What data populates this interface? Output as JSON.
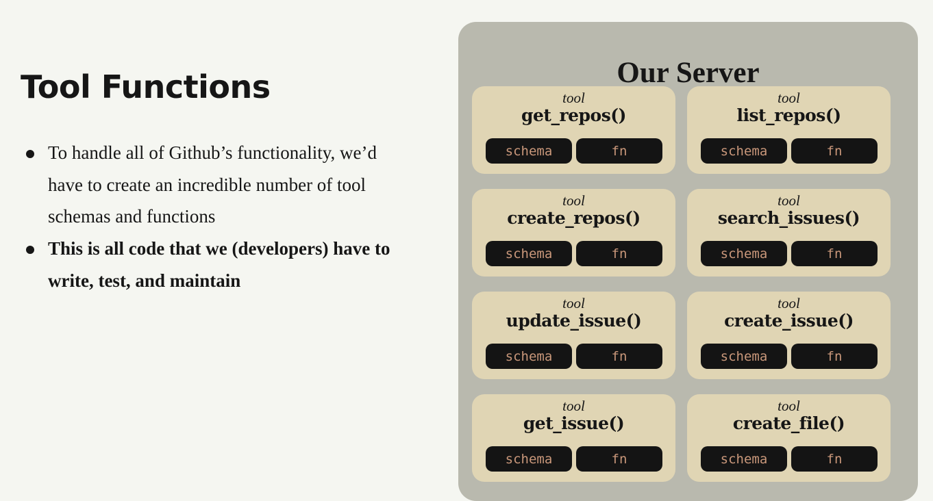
{
  "slide": {
    "title": "Tool Functions",
    "bullets": [
      {
        "text": "To handle all of Github’s functionality, we’d have to create an incredible number of tool schemas and functions",
        "bold": false
      },
      {
        "text": "This is all code that we (developers) have to write, test, and maintain",
        "bold": true
      }
    ]
  },
  "server": {
    "title": "Our Server",
    "tools": [
      {
        "tag": "tool",
        "name": "get_repos()",
        "schema_label": "schema",
        "fn_label": "fn"
      },
      {
        "tag": "tool",
        "name": "list_repos()",
        "schema_label": "schema",
        "fn_label": "fn"
      },
      {
        "tag": "tool",
        "name": "create_repos()",
        "schema_label": "schema",
        "fn_label": "fn"
      },
      {
        "tag": "tool",
        "name": "search_issues()",
        "schema_label": "schema",
        "fn_label": "fn"
      },
      {
        "tag": "tool",
        "name": "update_issue()",
        "schema_label": "schema",
        "fn_label": "fn"
      },
      {
        "tag": "tool",
        "name": "create_issue()",
        "schema_label": "schema",
        "fn_label": "fn"
      },
      {
        "tag": "tool",
        "name": "get_issue()",
        "schema_label": "schema",
        "fn_label": "fn"
      },
      {
        "tag": "tool",
        "name": "create_file()",
        "schema_label": "schema",
        "fn_label": "fn"
      }
    ]
  },
  "colors": {
    "background": "#f5f6f1",
    "server_panel": "#b9b9ae",
    "tool_card": "#e0d5b4",
    "pill_bg": "#141414",
    "pill_text": "#c9977a"
  }
}
